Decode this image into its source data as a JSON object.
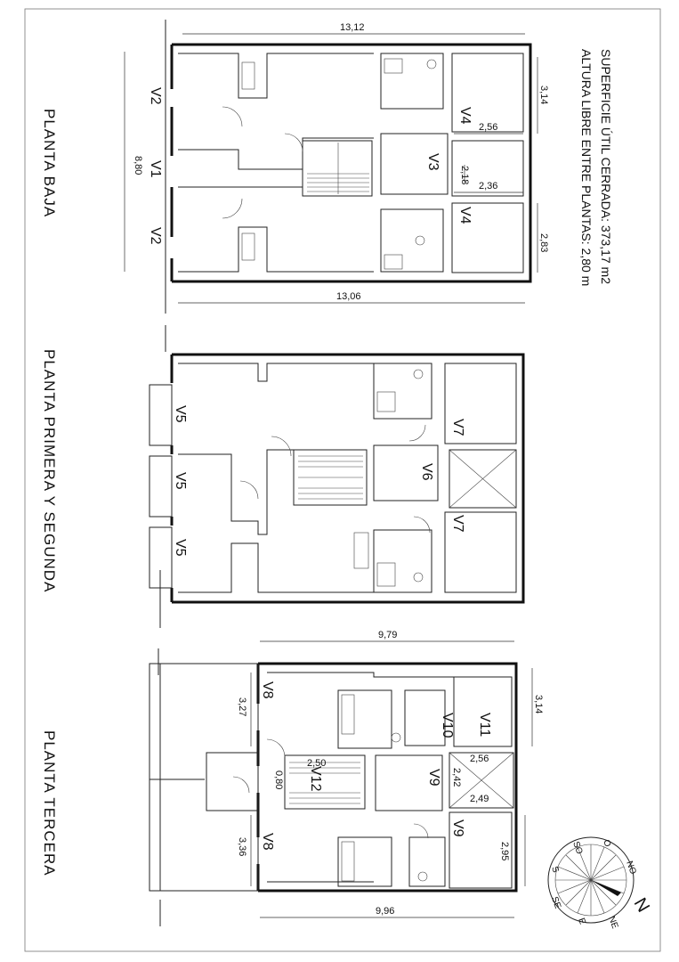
{
  "notes": {
    "surface": "SUPERFICIE ÚTIL CERRADA: 373,17 m2",
    "height": "ALTURA LIBRE ENTRE PLANTAS: 2,80 m"
  },
  "planta_baja": {
    "title": "PLANTA BAJA",
    "dims": {
      "top": "13,12",
      "bottom": "13,06",
      "left": "8,80",
      "right_top": "3,14",
      "right_bottom": "2,83",
      "v4_top_width": "2,56",
      "v3_height": "2,18",
      "v3_width": "2,36"
    },
    "units": [
      "V2",
      "V1",
      "V2",
      "V4",
      "V3",
      "V4"
    ]
  },
  "planta_primera": {
    "title": "PLANTA PRIMERA Y SEGUNDA",
    "units": [
      "V5",
      "V5",
      "V5",
      "V7",
      "V6",
      "V7"
    ]
  },
  "planta_tercera": {
    "title": "PLANTA TERCERA",
    "dims": {
      "top": "9,79",
      "bottom": "9,96",
      "left_top": "3,27",
      "left_bottom": "3,36",
      "right_top": "3,14",
      "right_bottom": "2,95",
      "core_width": "2,50",
      "core_door": "0,80",
      "light_width": "2,56",
      "light_height": "2,42",
      "light_width_b": "2,49"
    },
    "units": [
      "V8",
      "V8",
      "V12",
      "V10",
      "V11",
      "V9",
      "V9"
    ]
  },
  "compass": {
    "labels": [
      "N",
      "NO",
      "O",
      "SO",
      "S",
      "SE",
      "E",
      "NE"
    ]
  }
}
